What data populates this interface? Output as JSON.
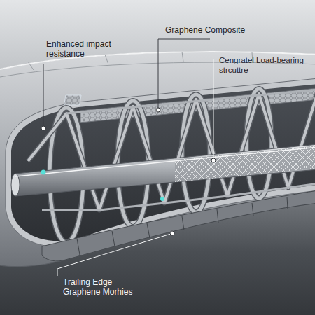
{
  "diagram": {
    "labels": [
      "Enhanced impact resistance",
      "Graphene Composite",
      "Cengratel Load-bearing strcuttre",
      "Trailing Edge Graphene Morhies"
    ]
  }
}
